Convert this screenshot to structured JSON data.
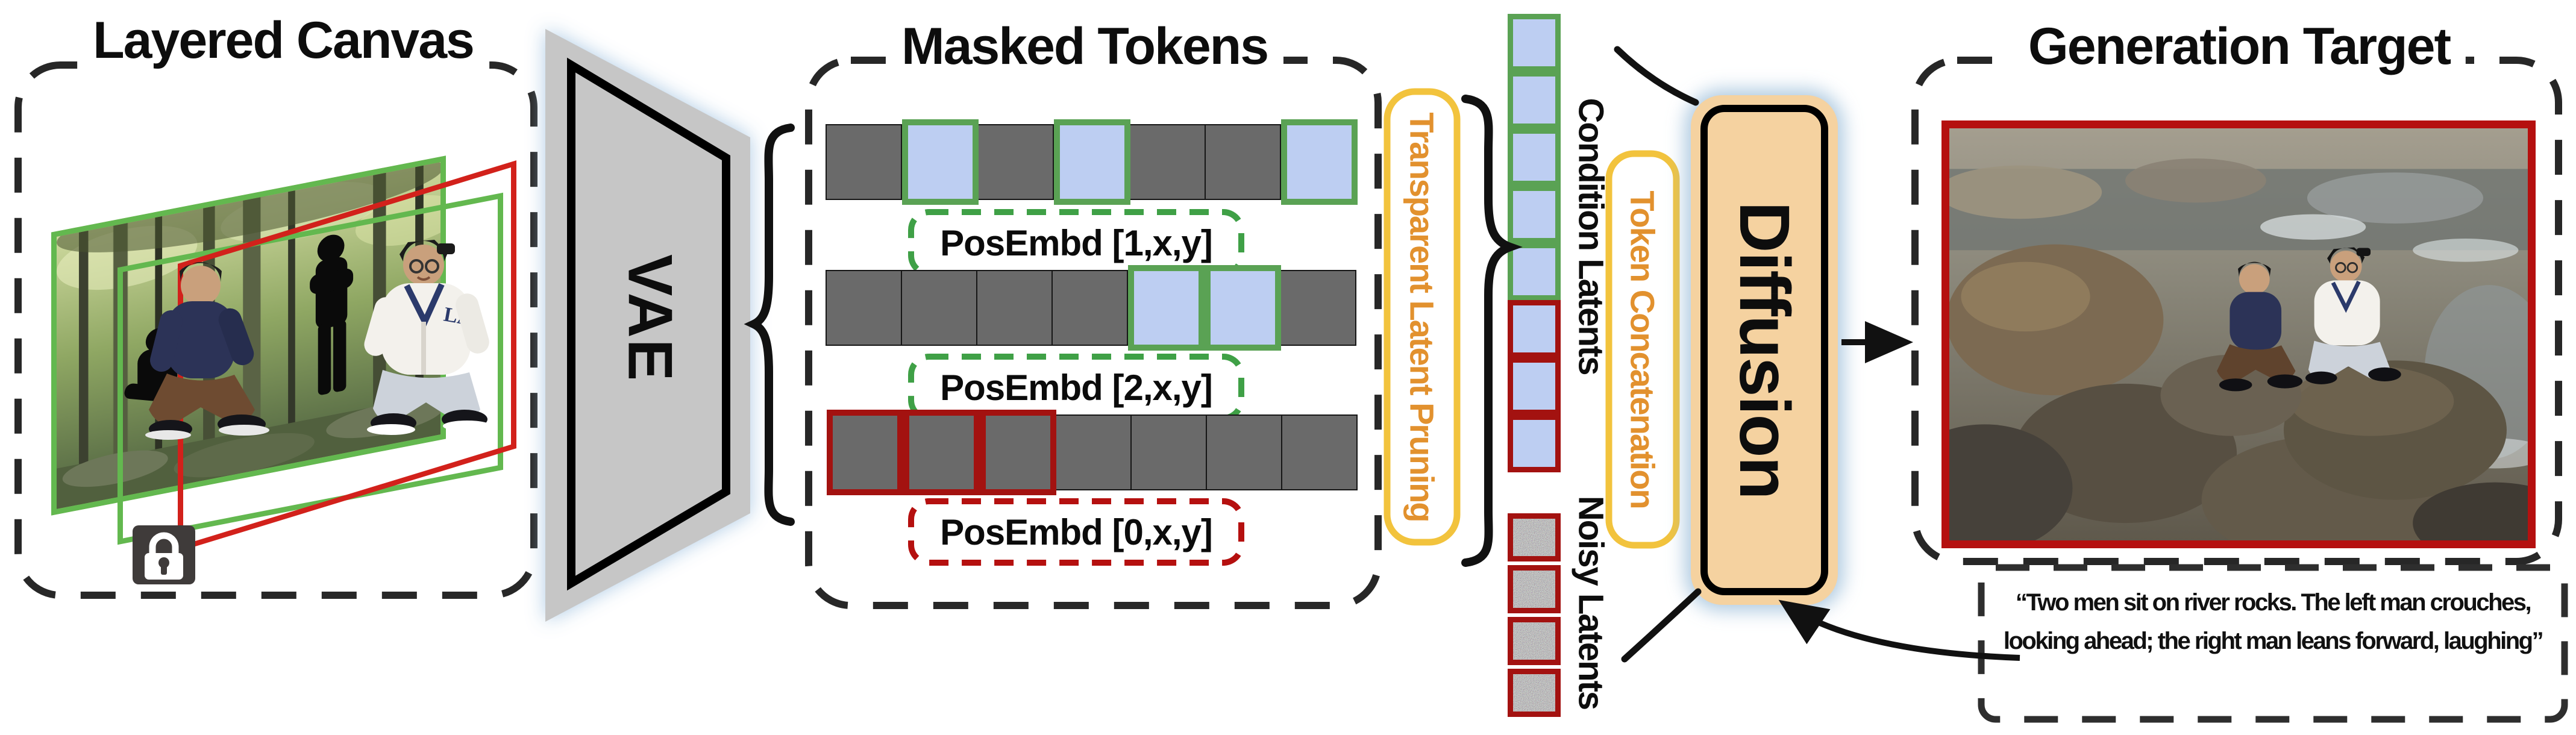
{
  "colors": {
    "layer_green": "#63b84f",
    "layer_red": "#d2211b",
    "token_gray": "#6a6a6a",
    "token_blue": "#bdcef2",
    "token_green_border": "#5aa254",
    "token_red_border": "#a31210",
    "orange_border": "#f2c33d",
    "orange_text": "#e2912e",
    "diffusion_fill": "#f5d2a0",
    "vae_fill": "#c6c6c6",
    "dash_black": "#272727"
  },
  "layered_canvas": {
    "title": "Layered Canvas",
    "lock_icon": "padlock"
  },
  "vae": {
    "label": "VAE"
  },
  "masked_tokens": {
    "title": "Masked Tokens",
    "rows": [
      {
        "pos_embd": "PosEmbd [1,x,y]",
        "accent": "green",
        "cells": [
          "gray",
          "masked",
          "gray",
          "masked",
          "gray",
          "gray",
          "masked"
        ]
      },
      {
        "pos_embd": "PosEmbd [2,x,y]",
        "accent": "green",
        "cells": [
          "gray",
          "gray",
          "gray",
          "gray",
          "masked",
          "masked",
          "gray"
        ]
      },
      {
        "pos_embd": "PosEmbd [0,x,y]",
        "accent": "red",
        "cells": [
          "locked",
          "locked",
          "locked",
          "gray",
          "gray",
          "gray",
          "gray"
        ]
      }
    ]
  },
  "pruning": {
    "label": "Transparent Latent Pruning"
  },
  "latents": {
    "condition_label": "Condition Latents",
    "noisy_label": "Noisy Latents",
    "condition_cells": [
      "green",
      "green",
      "green",
      "green",
      "green",
      "red",
      "red",
      "red"
    ],
    "noisy_cells": 4
  },
  "token_concatenation": {
    "label": "Token Concatenation"
  },
  "diffusion": {
    "label": "Diffusion"
  },
  "generation_target": {
    "title": "Generation Target",
    "prompt_line1": "“Two men sit on river rocks. The left man crouches,",
    "prompt_line2": "looking ahead; the right man leans forward, laughing”"
  }
}
